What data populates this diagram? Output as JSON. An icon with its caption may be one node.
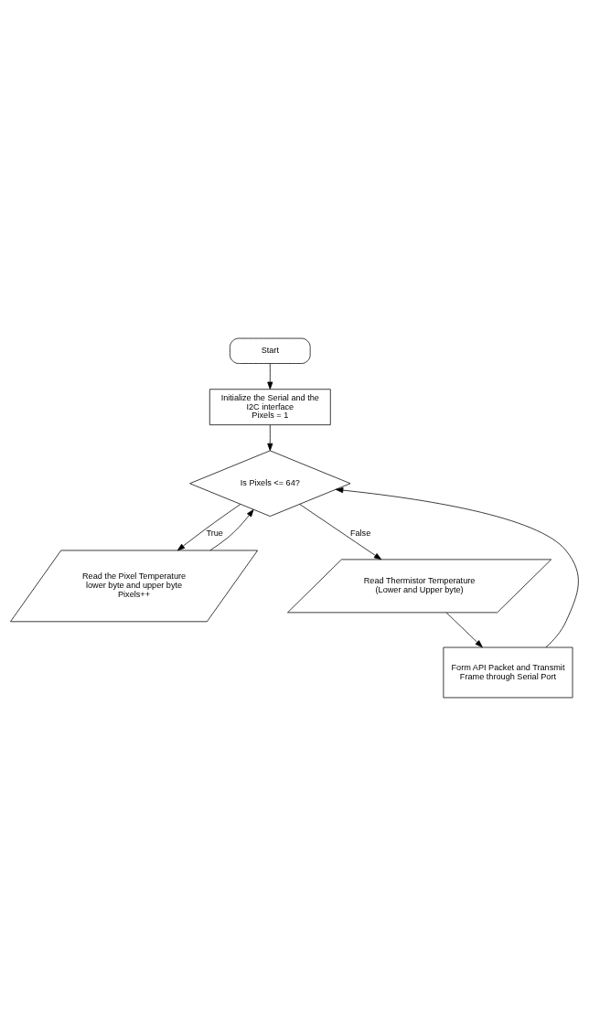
{
  "diagram": {
    "nodes": [
      {
        "text": [
          "Start"
        ]
      },
      {
        "text": [
          "Initialize the Serial and the I2C interface",
          "Pixels = 1"
        ]
      },
      {
        "text": [
          "Is Pixels <= 64?"
        ]
      },
      {
        "text": [
          "Read the Pixel Temperature lower byte and upper byte",
          "Pixels++"
        ]
      },
      {
        "text": [
          "Read Thermistor Temperature (Lower and Upper byte)"
        ]
      },
      {
        "text": [
          "Form API Packet and Transmit Frame through Serial Port"
        ]
      }
    ],
    "edges": [
      {
        "from": 0,
        "to": 1,
        "arrow": "to"
      },
      {
        "from": 1,
        "to": 2,
        "arrow": "to"
      },
      {
        "from": 2,
        "to": 3,
        "label": "True",
        "arrow": "to"
      },
      {
        "from": 3,
        "to": 2,
        "arrow": "to"
      },
      {
        "from": 2,
        "to": 4,
        "label": "False",
        "arrow": "to"
      },
      {
        "from": 4,
        "to": 5,
        "arrow": "to"
      },
      {
        "from": 5,
        "to": 2,
        "arrow": "to"
      }
    ]
  }
}
